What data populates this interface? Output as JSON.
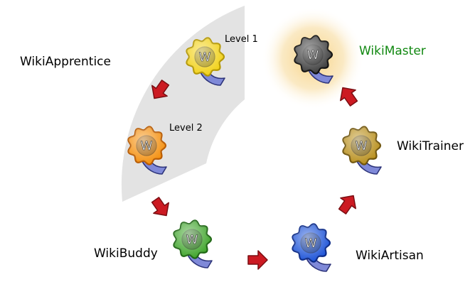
{
  "colors": {
    "arc": "#e3e3e3",
    "arrow": "#cc1a22",
    "ribbon": "#7f89d8",
    "master_label": "#118811",
    "glow": "#f7d488"
  },
  "ranks": [
    {
      "key": "apprentice",
      "name": "WikiApprentice",
      "levels": [
        {
          "label": "Level 1",
          "badge": "W",
          "color": "#f2d21a",
          "edge": "#b49700"
        },
        {
          "label": "Level 2",
          "badge": "W",
          "color": "#f4900f",
          "edge": "#b85a00"
        }
      ]
    },
    {
      "key": "buddy",
      "name": "WikiBuddy",
      "badge": "W",
      "color": "#42a62e",
      "edge": "#1f6714"
    },
    {
      "key": "artisan",
      "name": "WikiArtisan",
      "badge": "W",
      "color": "#1f55d8",
      "edge": "#0b2a88"
    },
    {
      "key": "trainer",
      "name": "WikiTrainer",
      "badge": "W",
      "color": "#b9901e",
      "edge": "#6f540b"
    },
    {
      "key": "master",
      "name": "WikiMaster",
      "badge": "W",
      "color": "#3f3f3f",
      "edge": "#101010"
    }
  ]
}
